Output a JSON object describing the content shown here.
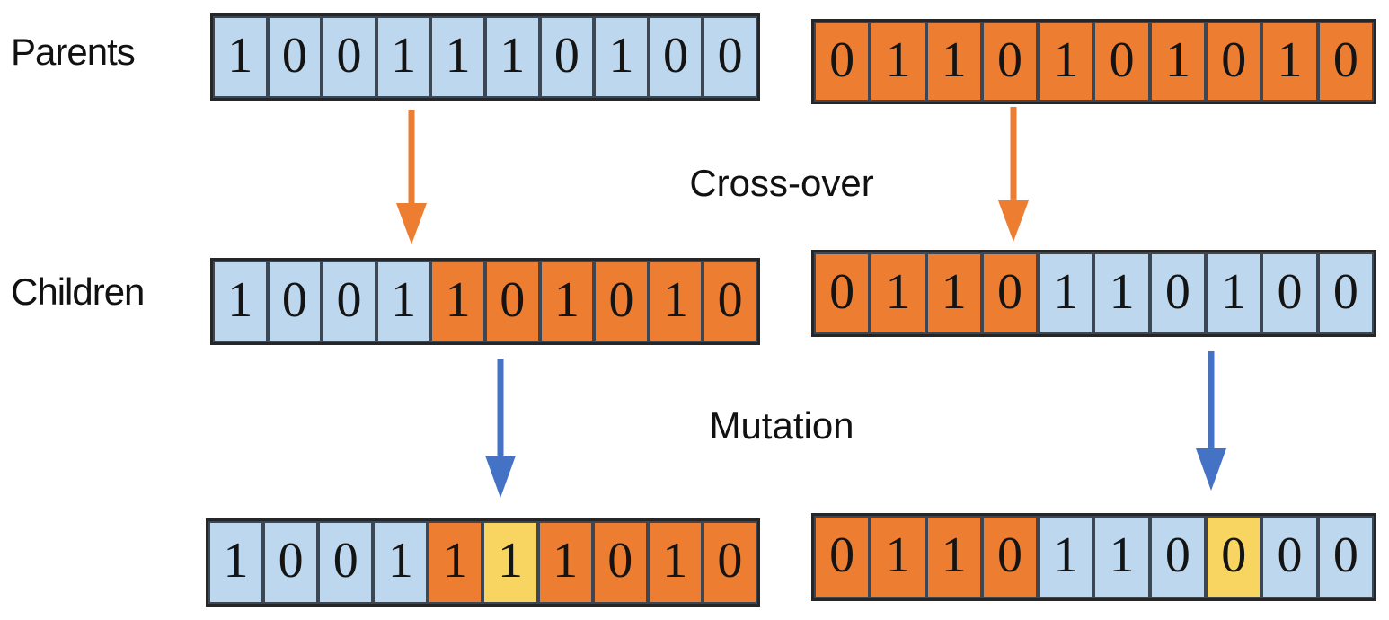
{
  "labels": {
    "parents": "Parents",
    "children": "Children",
    "crossover": "Cross-over",
    "mutation": "Mutation"
  },
  "colors": {
    "blue": "#BDD7EE",
    "orange": "#ED7D31",
    "yellow": "#F7D560",
    "arrow_orange": "#ED7D31",
    "arrow_blue": "#4472C4"
  },
  "strips": {
    "parent1": {
      "cells": [
        "1",
        "0",
        "0",
        "1",
        "1",
        "1",
        "0",
        "1",
        "0",
        "0"
      ],
      "cell_colors": [
        "blue",
        "blue",
        "blue",
        "blue",
        "blue",
        "blue",
        "blue",
        "blue",
        "blue",
        "blue"
      ]
    },
    "parent2": {
      "cells": [
        "0",
        "1",
        "1",
        "0",
        "1",
        "0",
        "1",
        "0",
        "1",
        "0"
      ],
      "cell_colors": [
        "orange",
        "orange",
        "orange",
        "orange",
        "orange",
        "orange",
        "orange",
        "orange",
        "orange",
        "orange"
      ]
    },
    "child1": {
      "cells": [
        "1",
        "0",
        "0",
        "1",
        "1",
        "0",
        "1",
        "0",
        "1",
        "0"
      ],
      "cell_colors": [
        "blue",
        "blue",
        "blue",
        "blue",
        "orange",
        "orange",
        "orange",
        "orange",
        "orange",
        "orange"
      ]
    },
    "child2": {
      "cells": [
        "0",
        "1",
        "1",
        "0",
        "1",
        "1",
        "0",
        "1",
        "0",
        "0"
      ],
      "cell_colors": [
        "orange",
        "orange",
        "orange",
        "orange",
        "blue",
        "blue",
        "blue",
        "blue",
        "blue",
        "blue"
      ]
    },
    "mutated1": {
      "cells": [
        "1",
        "0",
        "0",
        "1",
        "1",
        "1",
        "1",
        "0",
        "1",
        "0"
      ],
      "cell_colors": [
        "blue",
        "blue",
        "blue",
        "blue",
        "orange",
        "yellow",
        "orange",
        "orange",
        "orange",
        "orange"
      ]
    },
    "mutated2": {
      "cells": [
        "0",
        "1",
        "1",
        "0",
        "1",
        "1",
        "0",
        "0",
        "0",
        "0"
      ],
      "cell_colors": [
        "orange",
        "orange",
        "orange",
        "orange",
        "blue",
        "blue",
        "blue",
        "yellow",
        "blue",
        "blue"
      ]
    }
  }
}
